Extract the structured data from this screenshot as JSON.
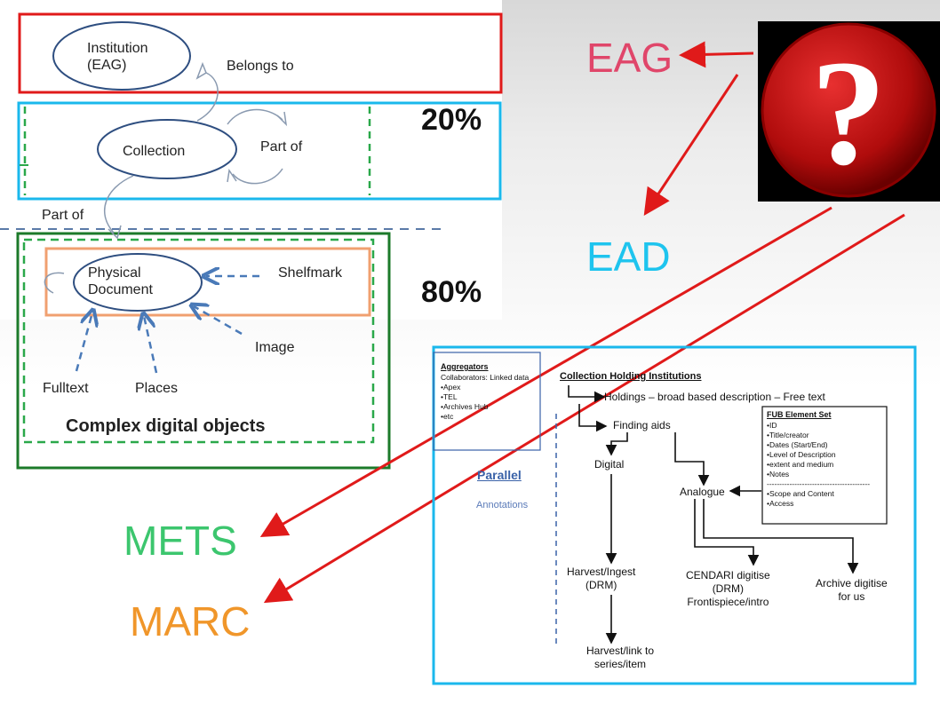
{
  "left": {
    "institution": [
      "Institution",
      "(EAG)"
    ],
    "belongs_to": "Belongs to",
    "collection": "Collection",
    "part_of_1": "Part of",
    "part_of_2": "Part of",
    "pct_top": "20%",
    "pct_bottom": "80%",
    "physical": [
      "Physical",
      "Document"
    ],
    "shelfmark": "Shelfmark",
    "image": "Image",
    "fulltext": "Fulltext",
    "places": "Places",
    "complex": "Complex digital objects"
  },
  "standards": {
    "eag": "EAG",
    "ead": "EAD",
    "mets": "METS",
    "marc": "MARC",
    "colors": {
      "eag": "#e0466a",
      "ead": "#1ec4ee",
      "mets": "#3cc66e",
      "marc": "#f0962a"
    }
  },
  "question_icon": "question-mark-icon",
  "right": {
    "aggregators_title": "Aggregators",
    "aggregators_items": [
      "Collaborators: Linked data",
      "•Apex",
      "•TEL",
      "•Archives Hub",
      "•etc"
    ],
    "parallel": "Parallel",
    "annotations": "Annotations",
    "chi_title": "Collection Holding Institutions",
    "holdings": "Holdings – broad based description – Free text",
    "finding_aids": "Finding aids",
    "digital": "Digital",
    "analogue": "Analogue",
    "harvest_ingest": [
      "Harvest/Ingest",
      "(DRM)"
    ],
    "harvest_link": [
      "Harvest/link to",
      "series/item"
    ],
    "cendari": [
      "CENDARI digitise",
      "(DRM)",
      "Frontispiece/intro"
    ],
    "archive": [
      "Archive digitise",
      "for us"
    ],
    "fub_title": "FUB Element Set",
    "fub_items": [
      "•ID",
      "•Title/creator",
      "•Dates (Start/End)",
      "•Level of Description",
      "•extent and medium",
      "•Notes",
      "-----------------------------------------",
      "•Scope and Content",
      "•Access"
    ]
  },
  "colors": {
    "red": "#e01a1a",
    "blue": "#1ab8ec",
    "green": "#2aa84a",
    "darkgreen": "#1c7a2a",
    "orange": "#f0a070",
    "ellipse": "#2e4e80",
    "arrow": "#4a7ab8"
  }
}
